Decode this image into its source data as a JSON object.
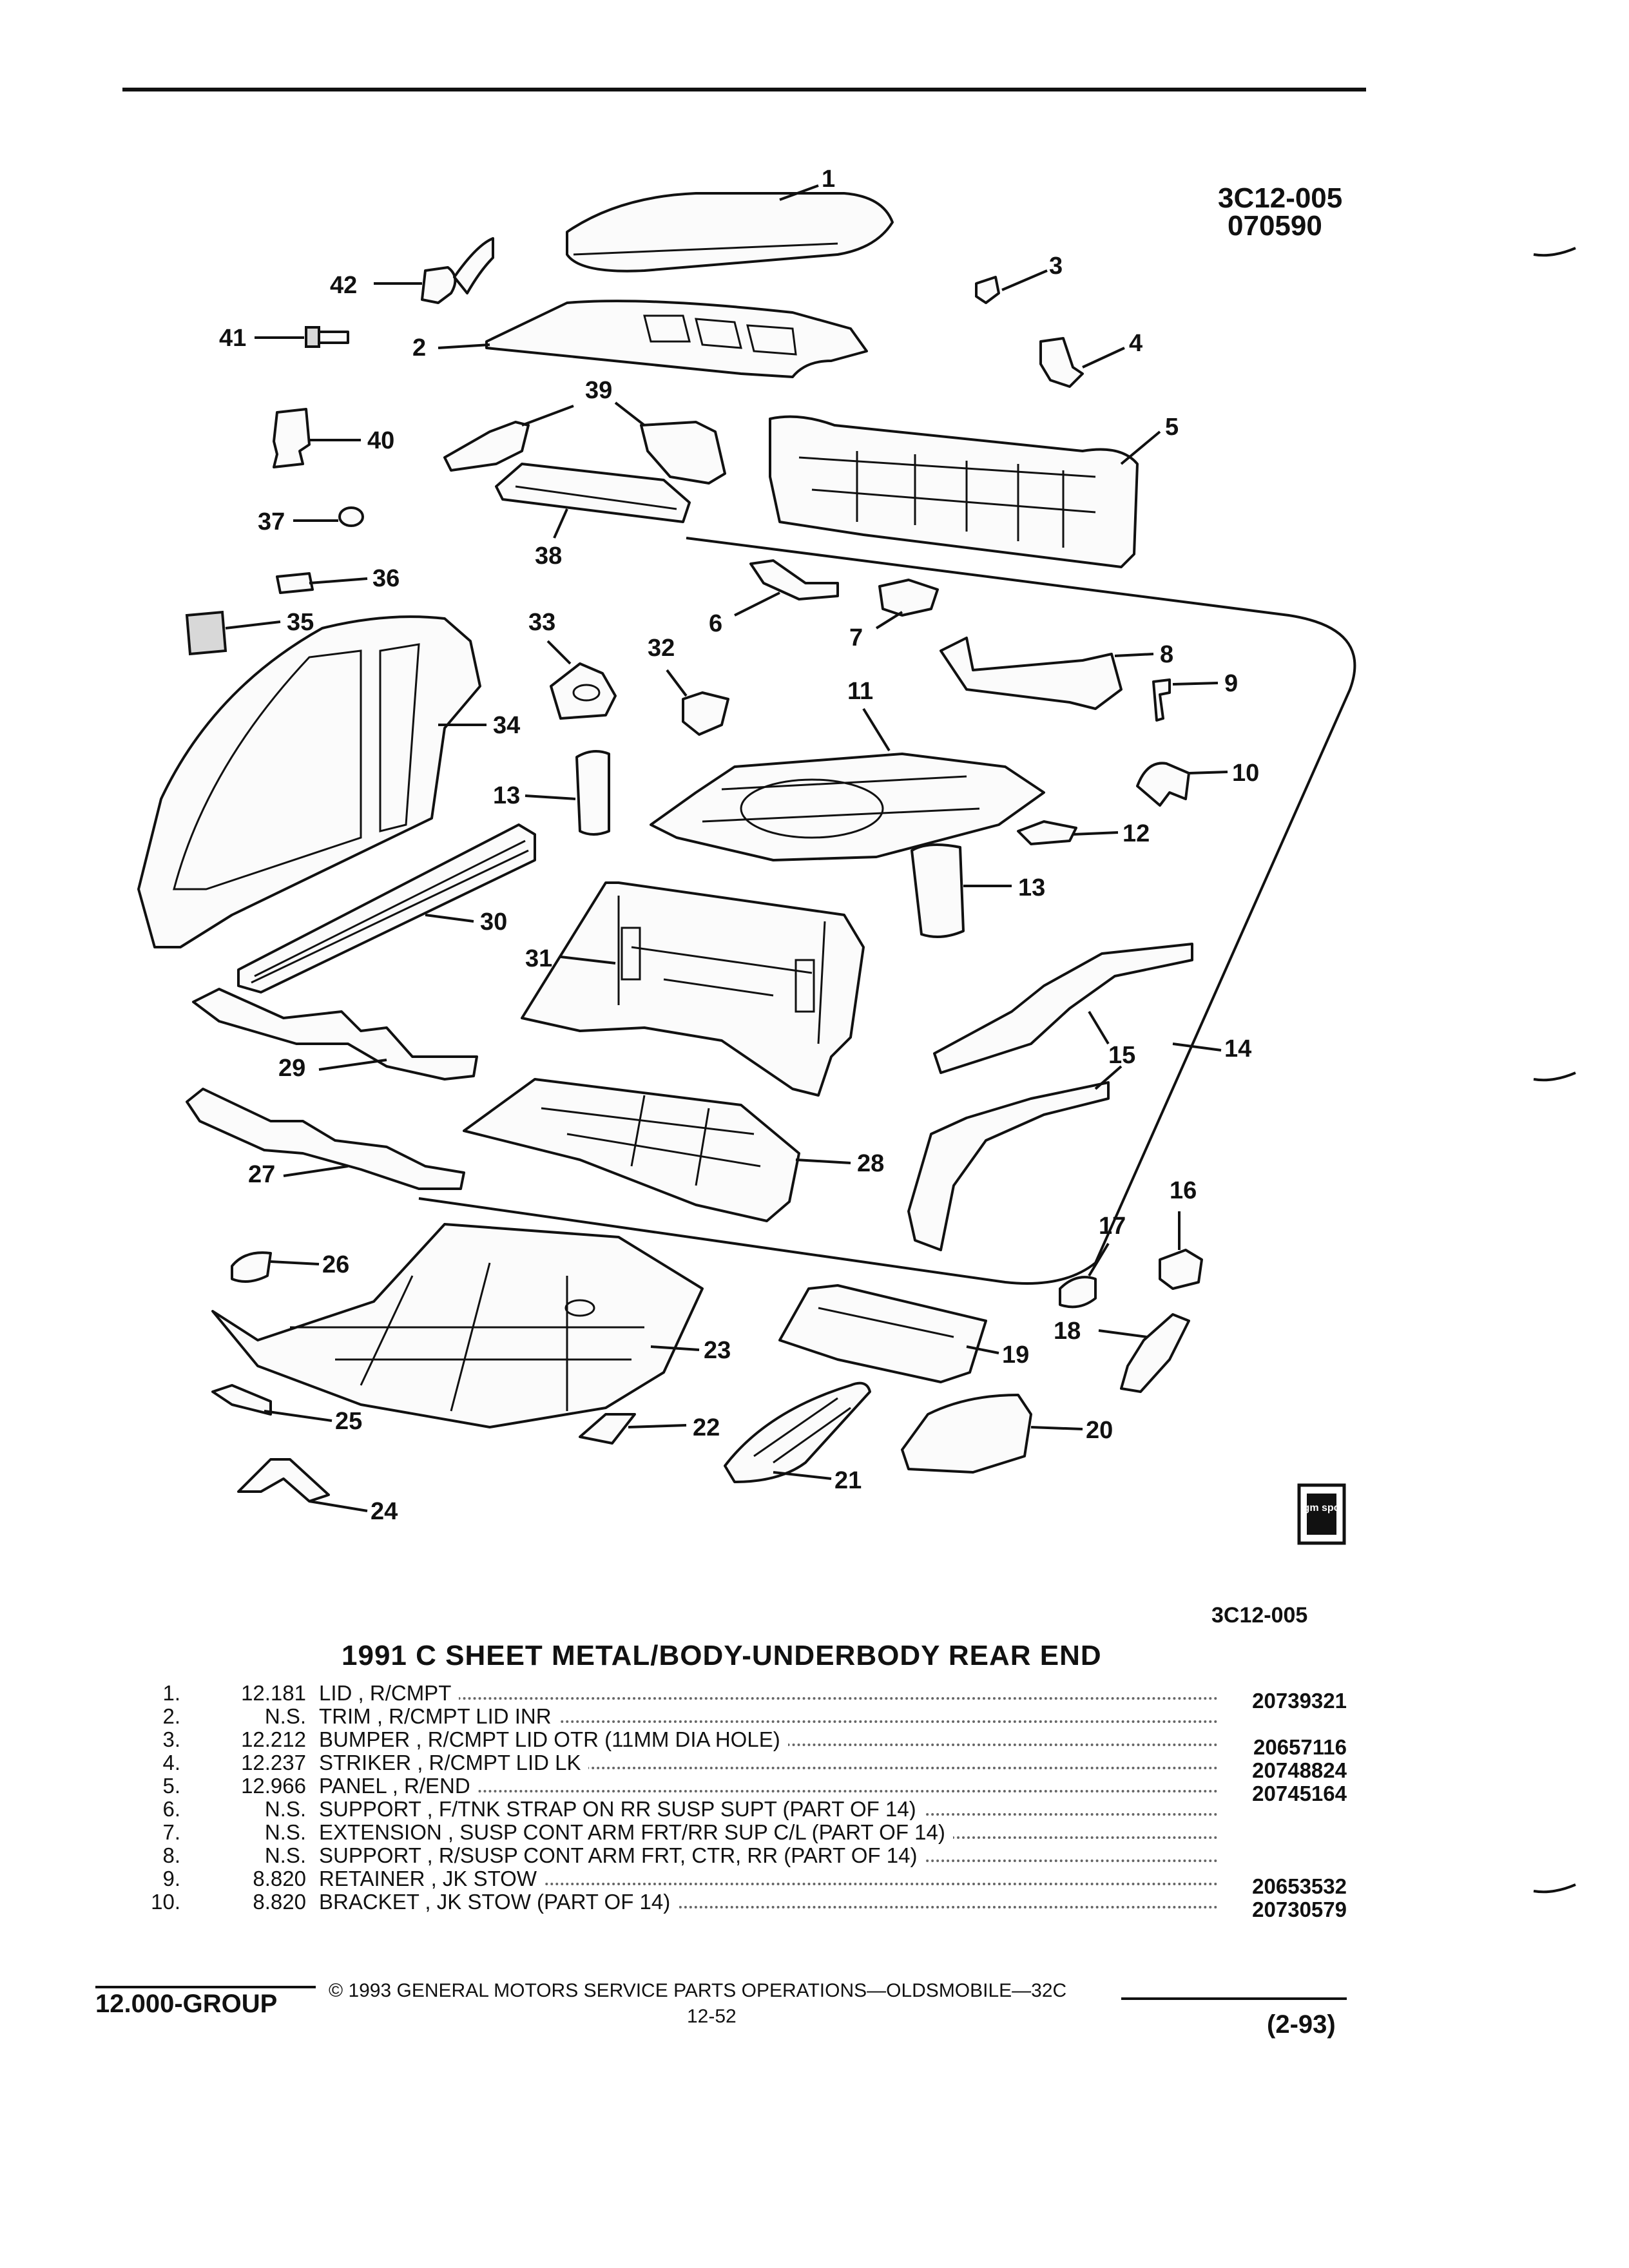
{
  "figure": {
    "code_top": "3C12-005",
    "date_code": "070590",
    "code_bottom": "3C12-005",
    "logo_text": "gm spo"
  },
  "callouts": {
    "c1": "1",
    "c2": "2",
    "c3": "3",
    "c4": "4",
    "c5": "5",
    "c6": "6",
    "c7": "7",
    "c8": "8",
    "c9": "9",
    "c10": "10",
    "c11": "11",
    "c12": "12",
    "c13a": "13",
    "c13b": "13",
    "c14": "14",
    "c15": "15",
    "c16": "16",
    "c17": "17",
    "c18": "18",
    "c19": "19",
    "c20": "20",
    "c21": "21",
    "c22": "22",
    "c23": "23",
    "c24": "24",
    "c25": "25",
    "c26": "26",
    "c27": "27",
    "c28": "28",
    "c29": "29",
    "c30": "30",
    "c31": "31",
    "c32": "32",
    "c33": "33",
    "c34": "34",
    "c35": "35",
    "c36": "36",
    "c37": "37",
    "c38": "38",
    "c39": "39",
    "c40": "40",
    "c41": "41",
    "c42": "42"
  },
  "title": "1991 C SHEET METAL/BODY-UNDERBODY REAR END",
  "parts": [
    {
      "num": "1.",
      "ref": "12.181",
      "desc": "LID , R/CMPT",
      "pn": "20739321"
    },
    {
      "num": "2.",
      "ref": "N.S.",
      "desc": "TRIM , R/CMPT LID INR",
      "pn": ""
    },
    {
      "num": "3.",
      "ref": "12.212",
      "desc": "BUMPER , R/CMPT LID OTR (11MM DIA HOLE)",
      "pn": "20657116"
    },
    {
      "num": "4.",
      "ref": "12.237",
      "desc": "STRIKER , R/CMPT LID LK",
      "pn": "20748824"
    },
    {
      "num": "5.",
      "ref": "12.966",
      "desc": "PANEL , R/END",
      "pn": "20745164"
    },
    {
      "num": "6.",
      "ref": "N.S.",
      "desc": "SUPPORT , F/TNK STRAP ON RR SUSP SUPT (PART OF 14)",
      "pn": ""
    },
    {
      "num": "7.",
      "ref": "N.S.",
      "desc": "EXTENSION , SUSP CONT ARM FRT/RR SUP C/L (PART OF 14)",
      "pn": ""
    },
    {
      "num": "8.",
      "ref": "N.S.",
      "desc": "SUPPORT , R/SUSP CONT ARM FRT, CTR, RR (PART OF 14)",
      "pn": ""
    },
    {
      "num": "9.",
      "ref": "8.820",
      "desc": "RETAINER , JK STOW",
      "pn": "20653532"
    },
    {
      "num": "10.",
      "ref": "8.820",
      "desc": "BRACKET , JK STOW (PART OF 14)",
      "pn": "20730579"
    }
  ],
  "footer": {
    "group": "12.000-GROUP",
    "copyright": "© 1993 GENERAL MOTORS SERVICE PARTS OPERATIONS—OLDSMOBILE—32C",
    "page": "12-52",
    "date": "(2-93)"
  }
}
